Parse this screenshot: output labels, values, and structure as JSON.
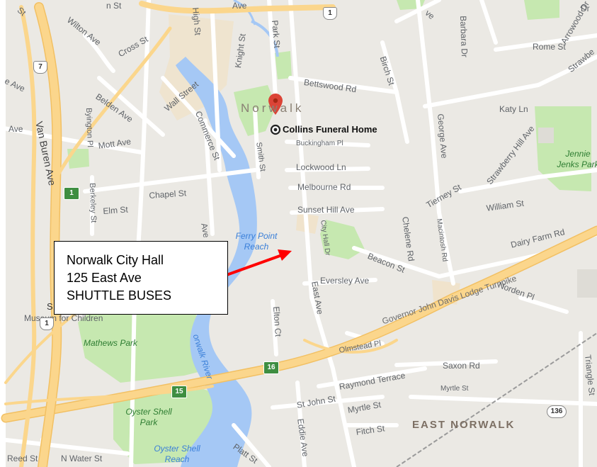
{
  "colors": {
    "land": "#ebe9e4",
    "water": "#a5c8f5",
    "park": "#c6e8b0",
    "highway": "#fbd68c",
    "urban": "#f0e3cc",
    "arrow": "#ff0000",
    "pin": "#db4437"
  },
  "icons": {
    "pin": "map-pin-icon",
    "place_marker": "place-marker-icon",
    "arrow": "arrow-icon"
  },
  "callout": {
    "lines": [
      "Norwalk City Hall",
      "125 East Ave",
      "SHUTTLE BUSES"
    ]
  },
  "poi": {
    "funeral_home": "Collins Funeral Home"
  },
  "places": {
    "town": "Norwalk",
    "district": "EAST NORWALK"
  },
  "water_labels": {
    "ferry_point_reach": "Ferry Point Reach",
    "norwalk_river": "orwalk River",
    "oyster_shell_reach": "Oyster Shell Reach"
  },
  "park_labels": {
    "mathews_park": "Mathews Park",
    "oyster_shell_park": "Oyster Shell Park",
    "jennie_jenks_park": "Jennie Jenks Park",
    "museum": "Museum for Children"
  },
  "highway_labels": {
    "turnpike": "Governor John Davis Lodge Turnpike"
  },
  "shields": {
    "us1_top": "1",
    "us1_left": "1",
    "route7": "7",
    "exit1": "1",
    "exit15": "15",
    "exit16": "16",
    "route136": "136"
  },
  "streets": {
    "cross_st": "Cross St",
    "wilton_ave": "Wilton Ave",
    "belden_ave": "Belden Ave",
    "wall_street": "Wall Street",
    "commerce_st": "Commerce St",
    "knight_st": "Knight St",
    "high_st": "High St",
    "park_st": "Park St",
    "bettswood_rd": "Bettswood Rd",
    "birch_st": "Birch St",
    "barbara_dr": "Barbara Dr",
    "rome_st": "Rome St",
    "strawberry_hill": "Strawbe",
    "arrowood": "Arrowood Dr",
    "katy_ln": "Katy Ln",
    "strawberry_hill_ave": "Strawberry Hill Ave",
    "george_ave": "George Ave",
    "buckingham_pl": "Buckingham Pl",
    "lockwood_ln": "Lockwood Ln",
    "melbourne_rd": "Melbourne Rd",
    "sunset_hill_ave": "Sunset Hill Ave",
    "tierney_st": "Tierney St",
    "william_st": "William St",
    "dairy_farm_rd": "Dairy Farm Rd",
    "chelene_rd": "Chelene Rd",
    "macintosh_rd": "Macintosh Rd",
    "beacon_st": "Beacon St",
    "city_hall_dr": "City Hall Dr",
    "smith_st": "Smith St",
    "mott_ave": "Mott Ave",
    "byington_pl": "Byington Pl",
    "van_buren_ave": "Van Buren Ave",
    "chapel_st": "Chapel St",
    "elm_st": "Elm St",
    "berkeley_st": "Berkeley St",
    "ave_left": "Ave",
    "ave_left2": "e Ave",
    "ave_mid": "Ave",
    "eversley_ave": "Eversley Ave",
    "east_ave": "East Ave",
    "elton_ct": "Elton Ct",
    "norden_pl": "Norden Pl",
    "olmstead_pl": "Olmstead Pl",
    "saxon_rd": "Saxon Rd",
    "raymond_terrace": "Raymond Terrace",
    "myrtle_st_right": "Myrtle St",
    "st_john_st": "St John St",
    "myrtle_st": "Myrtle St",
    "triangle_st": "Triangle St",
    "eddie_ave": "Eddie Ave",
    "fitch_st": "Fitch St",
    "reed_st": "Reed St",
    "n_water_st": "N Water St",
    "platt_st": "Platt St",
    "top_ave": "Ave",
    "top_st": "n St",
    "top_left_st": "St",
    "top_ve": "ve",
    "top_right_dr": "Dr",
    "s_left": "S"
  }
}
